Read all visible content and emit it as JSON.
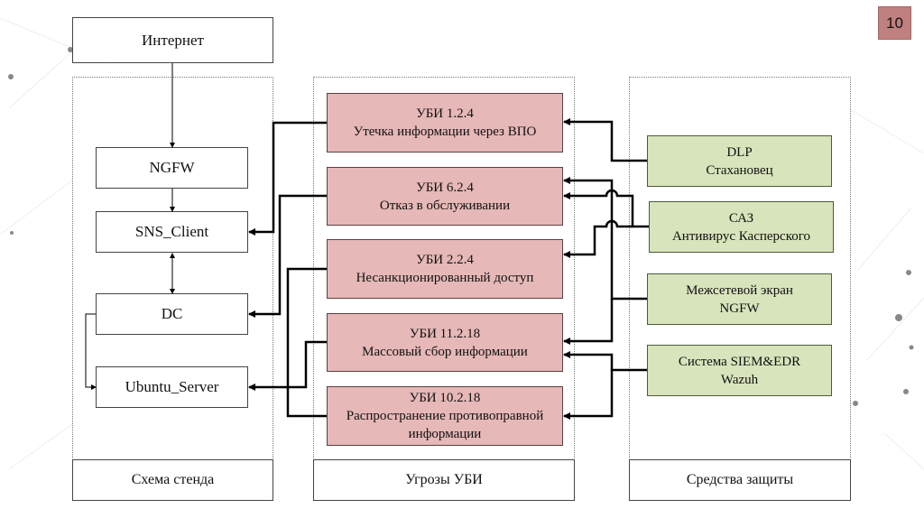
{
  "slide": {
    "page_number": "10"
  },
  "panels": {
    "stand": {
      "caption": "Схема стенда"
    },
    "threats": {
      "caption": "Угрозы УБИ"
    },
    "defenses": {
      "caption": "Средства защиты"
    }
  },
  "stand_nodes": {
    "internet": "Интернет",
    "ngfw": "NGFW",
    "sns_client": "SNS_Client",
    "dc": "DC",
    "ubuntu_server": "Ubuntu_Server"
  },
  "threats": [
    {
      "code": "УБИ 1.2.4",
      "name": "Утечка информации через ВПО"
    },
    {
      "code": "УБИ 6.2.4",
      "name": "Отказ в обслуживании"
    },
    {
      "code": "УБИ 2.2.4",
      "name": "Несанкционированный доступ"
    },
    {
      "code": "УБИ 11.2.18",
      "name": "Массовый сбор информации"
    },
    {
      "code": "УБИ 10.2.18",
      "name": "Распространение противоправной информации"
    }
  ],
  "defenses": [
    {
      "line1": "DLP",
      "line2": "Стахановец"
    },
    {
      "line1": "САЗ",
      "line2": "Антивирус Касперского"
    },
    {
      "line1": "Межсетевой экран",
      "line2": "NGFW"
    },
    {
      "line1": "Система SIEM&EDR",
      "line2": "Wazuh"
    }
  ],
  "colors": {
    "threat_fill": "#e6b8b7",
    "defense_fill": "#d8e4bc",
    "page_badge": "#c0807f"
  }
}
